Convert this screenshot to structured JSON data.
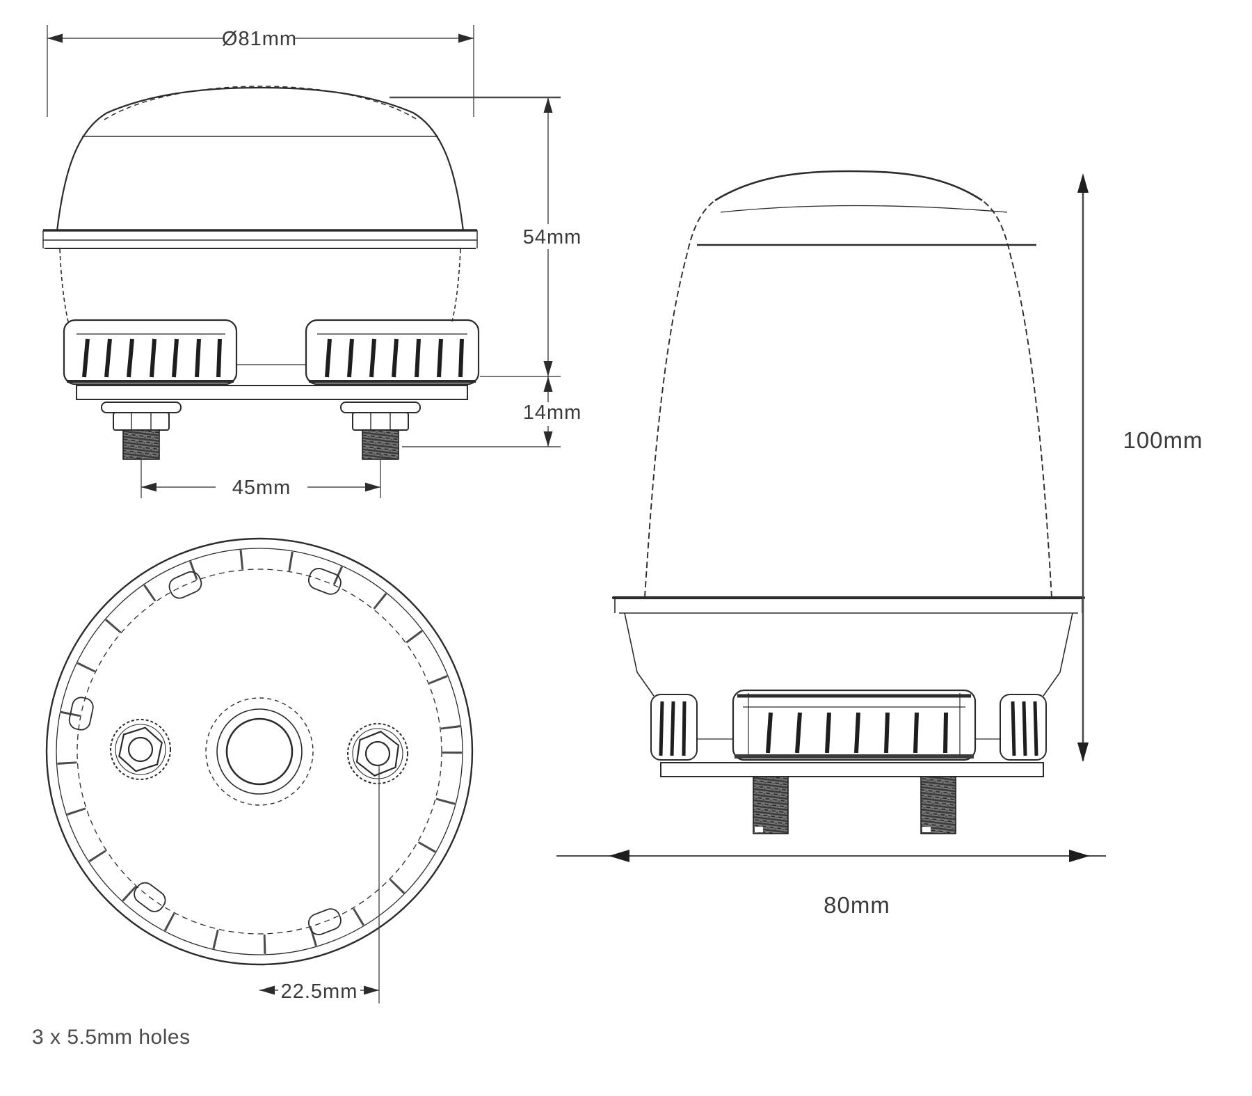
{
  "drawing": {
    "kind": "beacon-lamp-technical-drawing",
    "views": {
      "front": "front-elevation",
      "bottom": "bottom-view",
      "side": "side-elevation"
    }
  },
  "dimensions": {
    "diameter_top": "Ø81mm",
    "body_height": "54mm",
    "base_height": "14mm",
    "bolt_spacing": "45mm",
    "hole_offset": "22.5mm",
    "overall_height": "100mm",
    "overall_width": "80mm"
  },
  "notes": {
    "mounting_holes": "3 x 5.5mm holes"
  },
  "colors": {
    "line": "#2b2b2b",
    "dim_line": "#4a4a4a",
    "text": "#3a3a3a",
    "thread_fill": "#707070",
    "fin": "#1e1e1e",
    "background": "#ffffff"
  }
}
